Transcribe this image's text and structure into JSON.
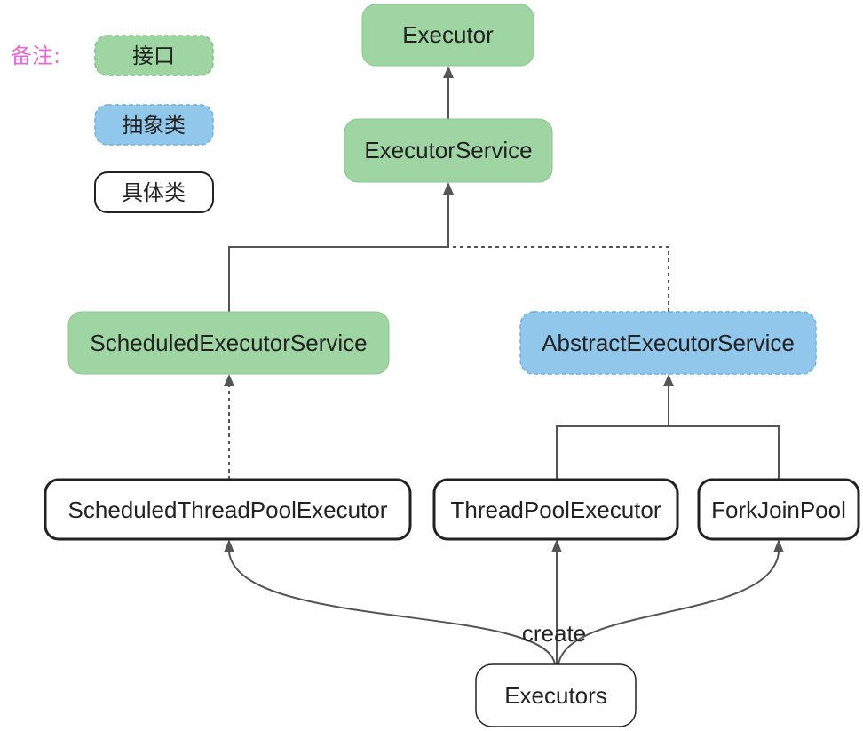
{
  "colors": {
    "interface_fill": "#9fd4a3",
    "interface_stroke": "#8cc78f",
    "abstract_fill": "#92c7ec",
    "abstract_stroke": "#6fb0e0",
    "concrete_fill": "#ffffff",
    "concrete_stroke": "#222222",
    "legend_title": "#e56cd0",
    "edge": "#555555"
  },
  "legend": {
    "title": "备注:",
    "interface": "接口",
    "abstract": "抽象类",
    "concrete": "具体类"
  },
  "nodes": {
    "executor": "Executor",
    "executor_service": "ExecutorService",
    "scheduled_executor_service": "ScheduledExecutorService",
    "abstract_executor_service": "AbstractExecutorService",
    "scheduled_thread_pool_executor": "ScheduledThreadPoolExecutor",
    "thread_pool_executor": "ThreadPoolExecutor",
    "fork_join_pool": "ForkJoinPool",
    "executors": "Executors"
  },
  "edges": {
    "create_label": "create"
  }
}
